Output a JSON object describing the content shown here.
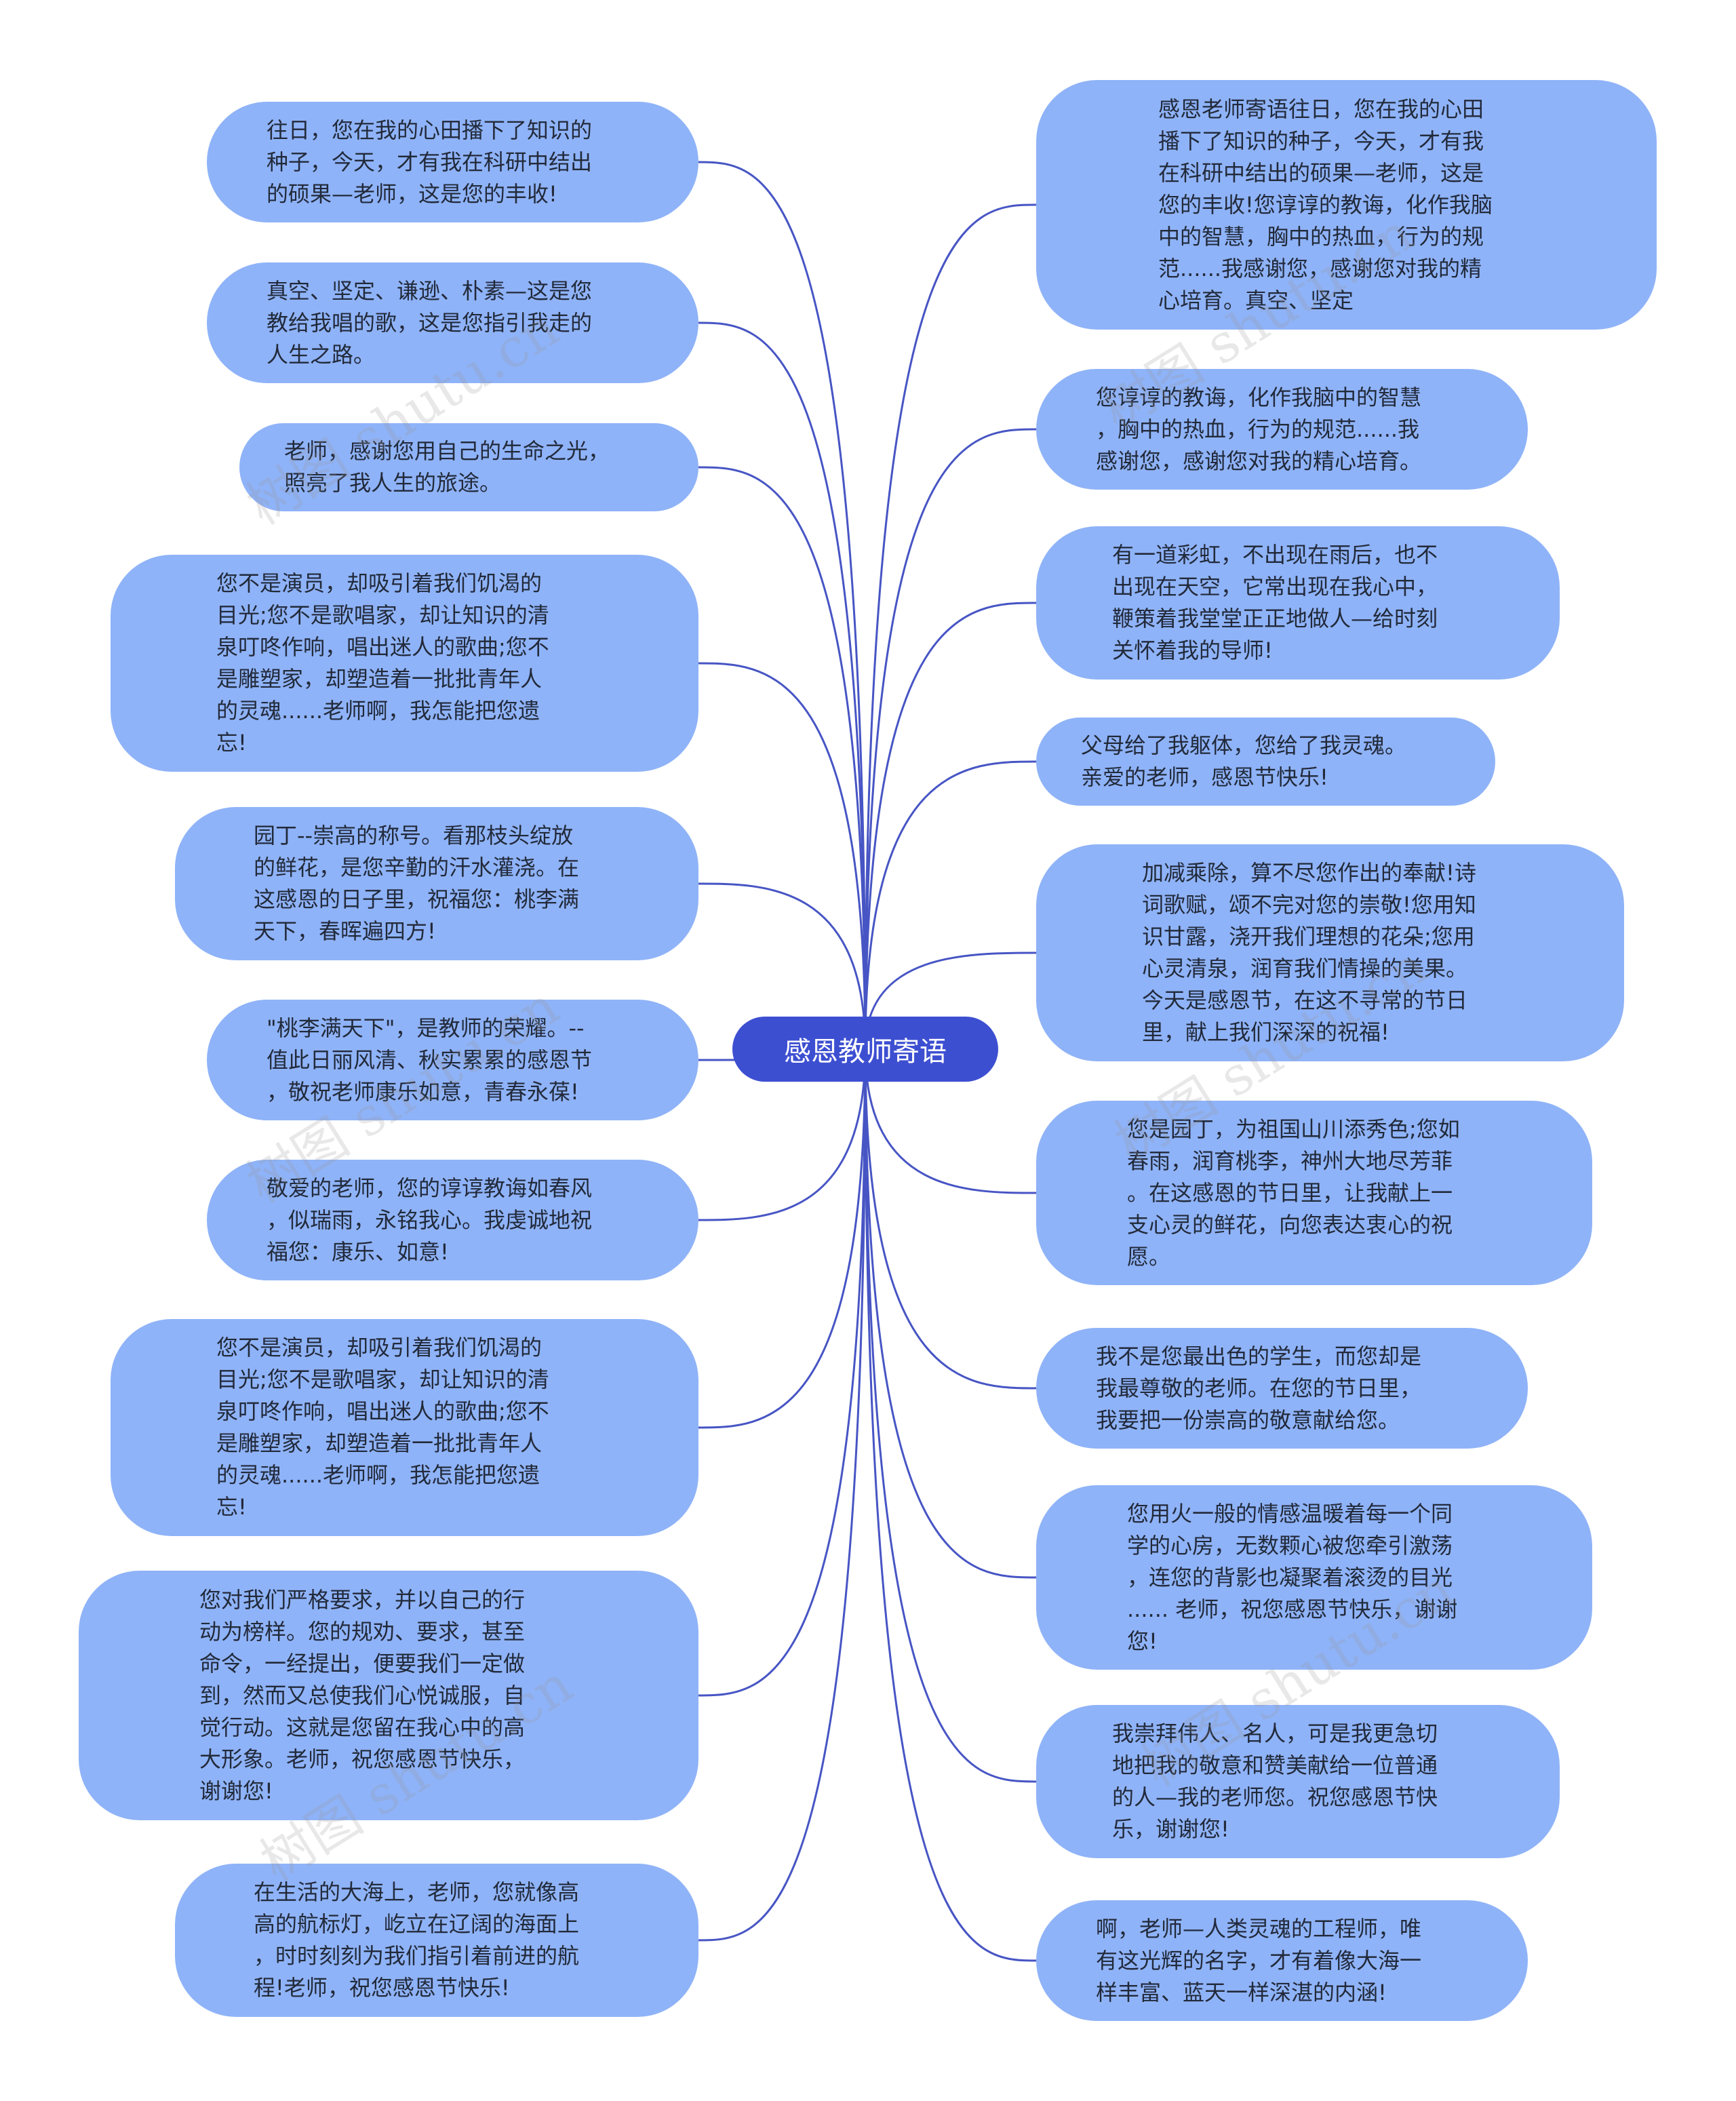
{
  "root": {
    "label": "感恩教师寄语"
  },
  "left_nodes": [
    {
      "text": "往日，您在我的心田播下了知识的\n种子，今天，才有我在科研中结出\n的硕果—老师，这是您的丰收!"
    },
    {
      "text": "真空、坚定、谦逊、朴素—这是您\n教给我唱的歌，这是您指引我走的\n人生之路。"
    },
    {
      "text": "老师，感谢您用自己的生命之光，\n照亮了我人生的旅途。"
    },
    {
      "text": "您不是演员，却吸引着我们饥渴的\n目光;您不是歌唱家，却让知识的清\n泉叮咚作响，唱出迷人的歌曲;您不\n是雕塑家，却塑造着一批批青年人\n的灵魂......老师啊，我怎能把您遗\n忘!"
    },
    {
      "text": "园丁--崇高的称号。看那枝头绽放\n的鲜花，是您辛勤的汗水灌浇。在\n这感恩的日子里，祝福您：桃李满\n天下，春晖遍四方!"
    },
    {
      "text": "\"桃李满天下\"，是教师的荣耀。--\n值此日丽风清、秋实累累的感恩节\n，敬祝老师康乐如意，青春永葆!"
    },
    {
      "text": "敬爱的老师，您的谆谆教诲如春风\n，似瑞雨，永铭我心。我虔诚地祝\n福您：康乐、如意!"
    },
    {
      "text": "您不是演员，却吸引着我们饥渴的\n目光;您不是歌唱家，却让知识的清\n泉叮咚作响，唱出迷人的歌曲;您不\n是雕塑家，却塑造着一批批青年人\n的灵魂......老师啊，我怎能把您遗\n忘!"
    },
    {
      "text": "您对我们严格要求，并以自己的行\n动为榜样。您的规劝、要求，甚至\n命令，一经提出，便要我们一定做\n到，然而又总使我们心悦诚服，自\n觉行动。这就是您留在我心中的高\n大形象。老师，祝您感恩节快乐，\n谢谢您!"
    },
    {
      "text": "在生活的大海上，老师，您就像高\n高的航标灯，屹立在辽阔的海面上\n，时时刻刻为我们指引着前进的航\n程!老师，祝您感恩节快乐!"
    }
  ],
  "right_nodes": [
    {
      "text": "感恩老师寄语往日，您在我的心田\n播下了知识的种子，今天，才有我\n在科研中结出的硕果—老师，这是\n您的丰收!您谆谆的教诲，化作我脑\n中的智慧，胸中的热血，行为的规\n范......我感谢您，感谢您对我的精\n心培育。真空、坚定"
    },
    {
      "text": "您谆谆的教诲，化作我脑中的智慧\n，胸中的热血，行为的规范......我\n感谢您，感谢您对我的精心培育。"
    },
    {
      "text": "有一道彩虹，不出现在雨后，也不\n出现在天空，它常出现在我心中，\n鞭策着我堂堂正正地做人—给时刻\n关怀着我的导师!"
    },
    {
      "text": "父母给了我躯体，您给了我灵魂。\n亲爱的老师，感恩节快乐!"
    },
    {
      "text": "加减乘除，算不尽您作出的奉献!诗\n词歌赋，颂不完对您的崇敬!您用知\n识甘露，浇开我们理想的花朵;您用\n心灵清泉，润育我们情操的美果。\n今天是感恩节，在这不寻常的节日\n里，献上我们深深的祝福!"
    },
    {
      "text": "您是园丁，为祖国山川添秀色;您如\n春雨，润育桃李，神州大地尽芳菲\n。在这感恩的节日里，让我献上一\n支心灵的鲜花，向您表达衷心的祝\n愿。"
    },
    {
      "text": "我不是您最出色的学生，而您却是\n我最尊敬的老师。在您的节日里，\n我要把一份崇高的敬意献给您。"
    },
    {
      "text": "您用火一般的情感温暖着每一个同\n学的心房，无数颗心被您牵引激荡\n，连您的背影也凝聚着滚烫的目光\n...... 老师，祝您感恩节快乐，谢谢\n您!"
    },
    {
      "text": "我崇拜伟人、名人，可是我更急切\n地把我的敬意和赞美献给一位普通\n的人—我的老师您。祝您感恩节快\n乐，谢谢您!"
    },
    {
      "text": "啊，老师—人类灵魂的工程师，唯\n有这光辉的名字，才有着像大海一\n样丰富、蓝天一样深湛的内涵!"
    }
  ],
  "watermark": {
    "text": "树图 shutu.cn"
  },
  "colors": {
    "node_fill": "#8fb3f8",
    "root_fill": "#3d4fd1",
    "link": "#4755c4",
    "text": "#222a3a"
  }
}
